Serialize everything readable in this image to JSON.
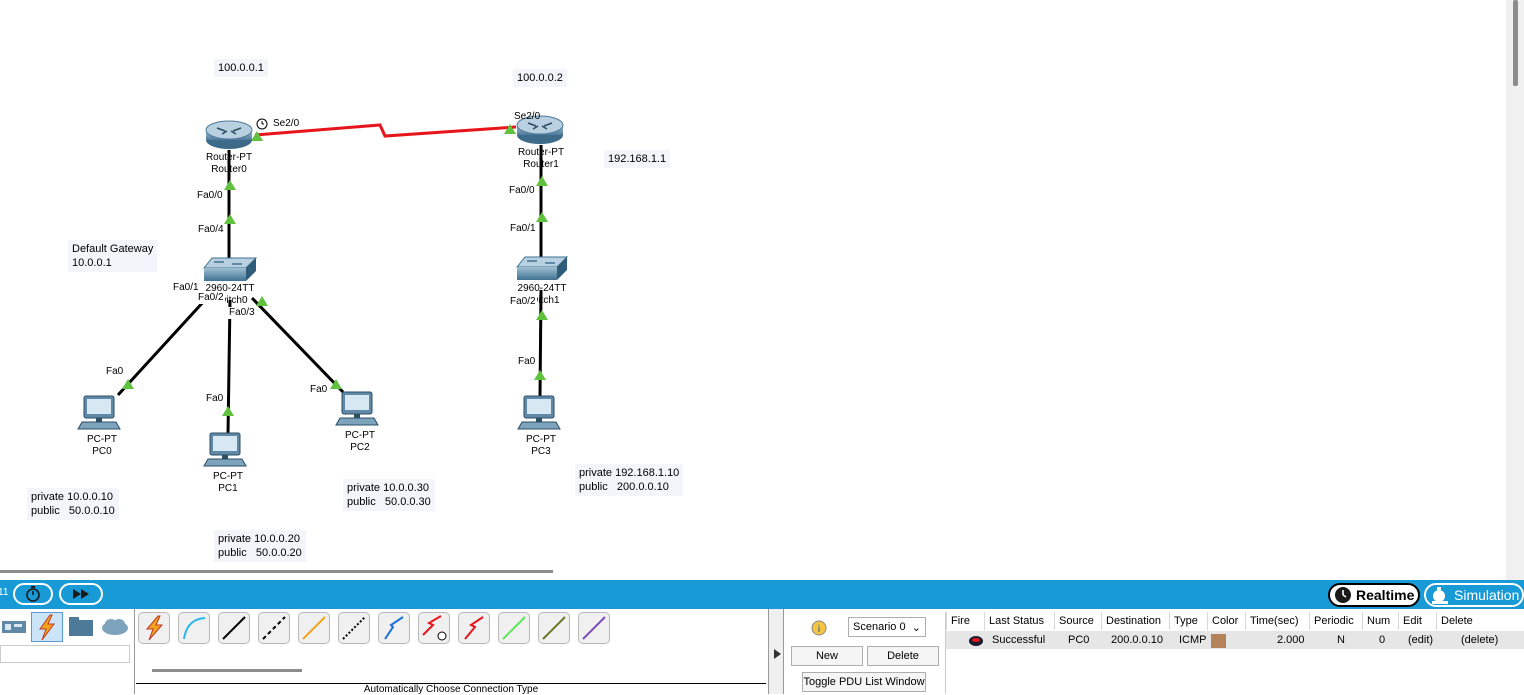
{
  "topology": {
    "notes": {
      "r0_public_ip": "100.0.0.1",
      "r1_public_ip": "100.0.0.2",
      "r1_lan_ip": "192.168.1.1",
      "default_gateway": "Default Gateway\n10.0.0.1",
      "pc0_ips": "private 10.0.0.10\npublic   50.0.0.10",
      "pc1_ips": "private 10.0.0.20\npublic   50.0.0.20",
      "pc2_ips": "private 10.0.0.30\npublic   50.0.0.30",
      "pc3_ips": "private 192.168.1.10\npublic   200.0.0.10"
    },
    "devices": {
      "router0": {
        "type": "Router-PT",
        "name": "Router0"
      },
      "router1": {
        "type": "Router-PT",
        "name": "Router1"
      },
      "switch0": {
        "type": "2960-24TT",
        "name": "Switch0"
      },
      "switch1": {
        "type": "2960-24TT",
        "name": "Switch1"
      },
      "pc0": {
        "type": "PC-PT",
        "name": "PC0"
      },
      "pc1": {
        "type": "PC-PT",
        "name": "PC1"
      },
      "pc2": {
        "type": "PC-PT",
        "name": "PC2"
      },
      "pc3": {
        "type": "PC-PT",
        "name": "PC3"
      }
    },
    "ports": {
      "r0_se": "Se2/0",
      "r1_se": "Se2/0",
      "r0_fa": "Fa0/0",
      "sw0_up": "Fa0/4",
      "sw0_p1": "Fa0/1",
      "sw0_p2": "Fa0/2",
      "sw0_p3": "Fa0/3",
      "pc0_fa": "Fa0",
      "pc1_fa": "Fa0",
      "pc2_fa": "Fa0",
      "r1_fa": "Fa0/0",
      "sw1_up": "Fa0/1",
      "sw1_p2": "Fa0/2",
      "pc3_fa": "Fa0"
    },
    "colors": {
      "serial_link": "#e8141b",
      "ethernet_link": "#000000",
      "link_up": "#5fc13d"
    }
  },
  "toolbar": {
    "timer": "11",
    "realtime_label": "Realtime",
    "simulation_label": "Simulation"
  },
  "device_panel": {
    "status_text": "Automatically Choose Connection Type"
  },
  "scenario": {
    "selected": "Scenario 0",
    "new_label": "New",
    "delete_label": "Delete",
    "toggle_label": "Toggle PDU List Window"
  },
  "pdu_list": {
    "columns": [
      "Fire",
      "Last Status",
      "Source",
      "Destination",
      "Type",
      "Color",
      "Time(sec)",
      "Periodic",
      "Num",
      "Edit",
      "Delete"
    ],
    "rows": [
      {
        "last_status": "Successful",
        "source": "PC0",
        "destination": "200.0.0.10",
        "type": "ICMP",
        "color": "#b5835a",
        "time": "2.000",
        "periodic": "N",
        "num": "0",
        "edit": "(edit)",
        "delete": "(delete)"
      }
    ]
  }
}
